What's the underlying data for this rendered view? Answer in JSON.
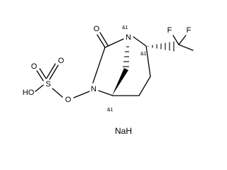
{
  "atoms": {
    "f_left": "F",
    "f_right": "F",
    "n_bridge": "N",
    "n_ring": "N",
    "o_carbonyl": "O",
    "o_link": "O",
    "o_sulfonyl_top": "O",
    "o_sulfonyl_bottom": "O",
    "s": "S",
    "ho": "HO"
  },
  "stereo_labels": {
    "n_bridge": "&1",
    "c_difluoro": "&1",
    "c_bridgehead": "&1"
  },
  "counterion": "NaH"
}
